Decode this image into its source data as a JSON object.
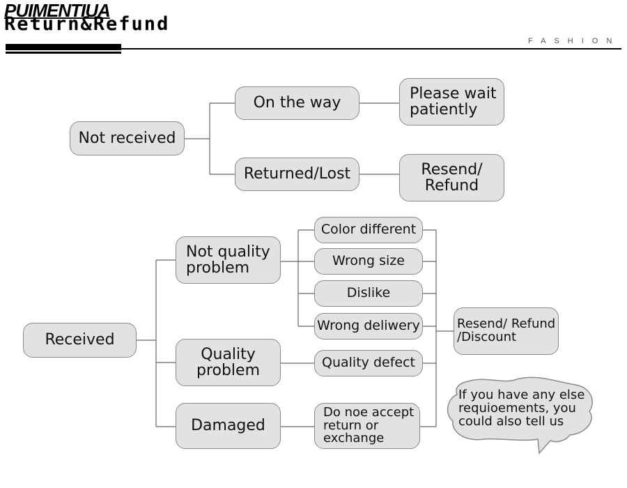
{
  "header": {
    "brand": "PUIMENTIUA",
    "title": "Return&Refund",
    "tagline": "FASHION"
  },
  "nodes": {
    "not_received": "Not received",
    "on_the_way": "On the way",
    "please_wait": "Please wait\npatiently",
    "returned_lost": "Returned/Lost",
    "resend_refund": "Resend/\nRefund",
    "received": "Received",
    "not_quality_problem": "Not quality\nproblem",
    "quality_problem": "Quality\nproblem",
    "damaged": "Damaged",
    "color_different": "Color different",
    "wrong_size": "Wrong size",
    "dislike": "Dislike",
    "wrong_deliwery": "Wrong deliwery",
    "quality_defect": "Quality defect",
    "do_noe_accept": "Do noe accept\nreturn or\nexchange",
    "resend_refund_discount": "Resend/ Refund\n/Discount"
  },
  "bubble": {
    "text": "If you have any else\nrequioements, you\ncould also tell us"
  }
}
